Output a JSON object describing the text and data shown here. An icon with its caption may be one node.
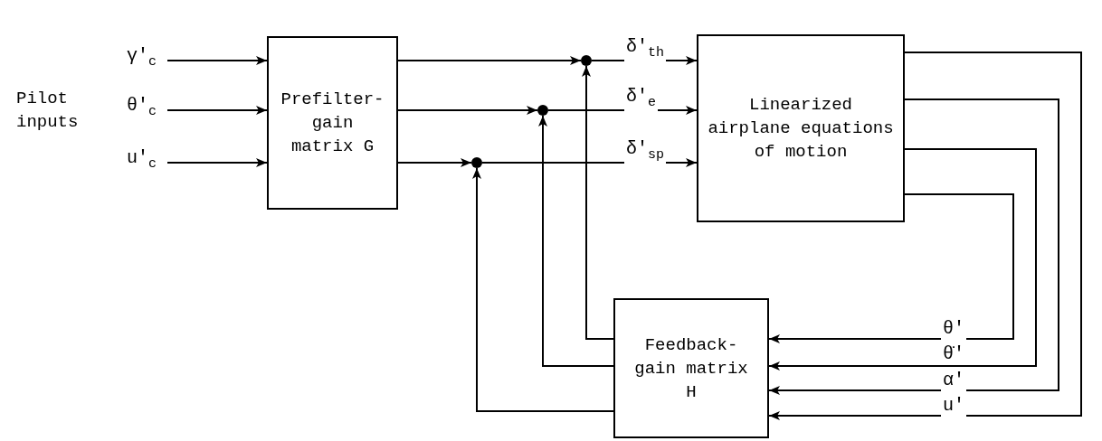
{
  "diagram": {
    "nodes": [
      {
        "text": [
          "Prefilter-gain matrix G"
        ]
      },
      {
        "text": [
          "Linearized airplane equations of motion"
        ]
      },
      {
        "text": [
          "Feedback-gain matrix H"
        ]
      },
      {
        "text": [],
        "shape": "circle"
      },
      {
        "text": [],
        "shape": "circle"
      },
      {
        "text": [],
        "shape": "circle"
      }
    ],
    "edges": [
      {
        "from": null,
        "to": 0,
        "arrow": "to",
        "label": "γ'$_{c}$"
      },
      {
        "from": null,
        "to": 0,
        "arrow": "to",
        "label": "θ'$_{c}$"
      },
      {
        "from": null,
        "to": 0,
        "arrow": "to",
        "label": "u'$_{c}$"
      },
      {
        "from": 0,
        "to": 5,
        "arrow": "to"
      },
      {
        "from": 0,
        "to": 4,
        "arrow": "to"
      },
      {
        "from": 0,
        "to": 3,
        "arrow": "to"
      },
      {
        "from": 5,
        "to": 1,
        "arrow": "to",
        "label": "δ'$_{th}$"
      },
      {
        "from": 4,
        "to": 1,
        "arrow": "to",
        "label": "δ'$_{e}$"
      },
      {
        "from": 3,
        "to": 1,
        "arrow": "to",
        "label": "δ'$_{sp}$"
      },
      {
        "from": 1,
        "to": 2,
        "arrow": "to",
        "label": "θ'"
      },
      {
        "from": 1,
        "to": 2,
        "arrow": "to",
        "label": "θ̇'"
      },
      {
        "from": 1,
        "to": 2,
        "arrow": "to",
        "label": "α'"
      },
      {
        "from": 1,
        "to": 2,
        "arrow": "to",
        "label": "u'"
      },
      {
        "from": 2,
        "to": 5,
        "arrow": "to"
      },
      {
        "from": 2,
        "to": 4,
        "arrow": "to"
      },
      {
        "from": 2,
        "to": 3,
        "arrow": "to"
      }
    ],
    "labels": [
      "Pilot inputs"
    ]
  }
}
